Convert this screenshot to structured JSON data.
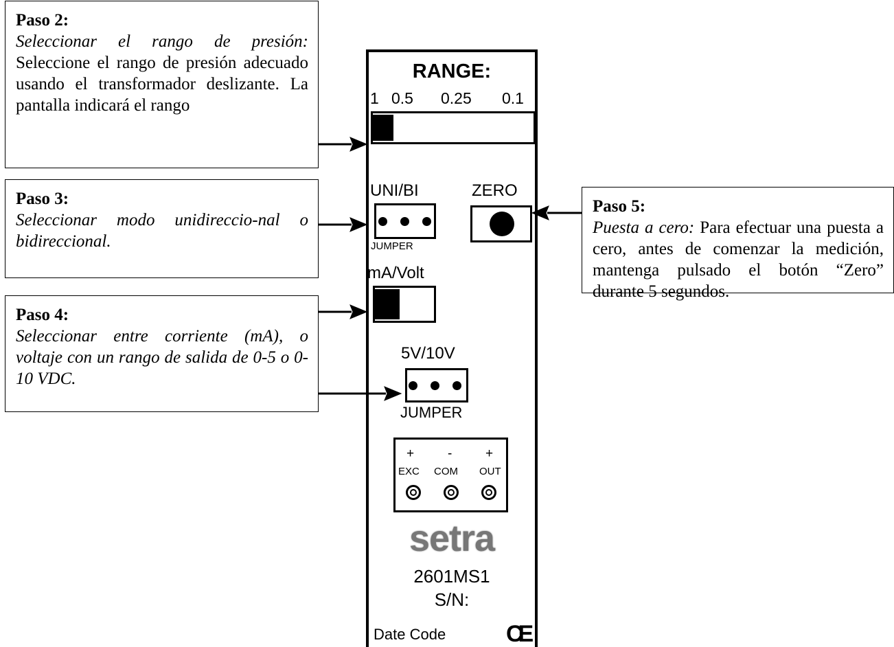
{
  "callouts": {
    "step2": {
      "title": "Paso 2:",
      "italic": "Seleccionar el rango de presión:",
      "text": "Seleccione el rango de presión adecuado usando el transformador deslizante. La pantalla indicará el rango"
    },
    "step3": {
      "title": "Paso 3:",
      "italic": "Seleccionar modo unidireccio-nal o bidireccional."
    },
    "step4": {
      "title": "Paso 4:",
      "italic": "Seleccionar entre corriente (mA), o voltaje con un rango de salida de 0-5 o 0-10 VDC."
    },
    "step5": {
      "title": "Paso 5:",
      "italic": "Puesta a cero:",
      "text": "Para efectuar una puesta a cero, antes de comenzar la medición, mantenga pulsado el botón “Zero” durante 5 segundos."
    }
  },
  "panel": {
    "range_title": "RANGE:",
    "range_ticks": [
      "1",
      "0.5",
      "0.25",
      "0.1"
    ],
    "unibi_label": "UNI/BI",
    "zero_label": "ZERO",
    "jumper_label": "JUMPER",
    "mavolt_label": "mA/Volt",
    "v_label": "5V/10V",
    "jumper2_label": "JUMPER",
    "terminal_signs": [
      "+",
      "-",
      "+"
    ],
    "terminal_labels": [
      "EXC",
      "COM",
      "OUT"
    ],
    "brand": "setra",
    "model": "2601MS1",
    "serial_label": "S/N:",
    "date_code_label": "Date Code",
    "ce_mark": "CE"
  }
}
